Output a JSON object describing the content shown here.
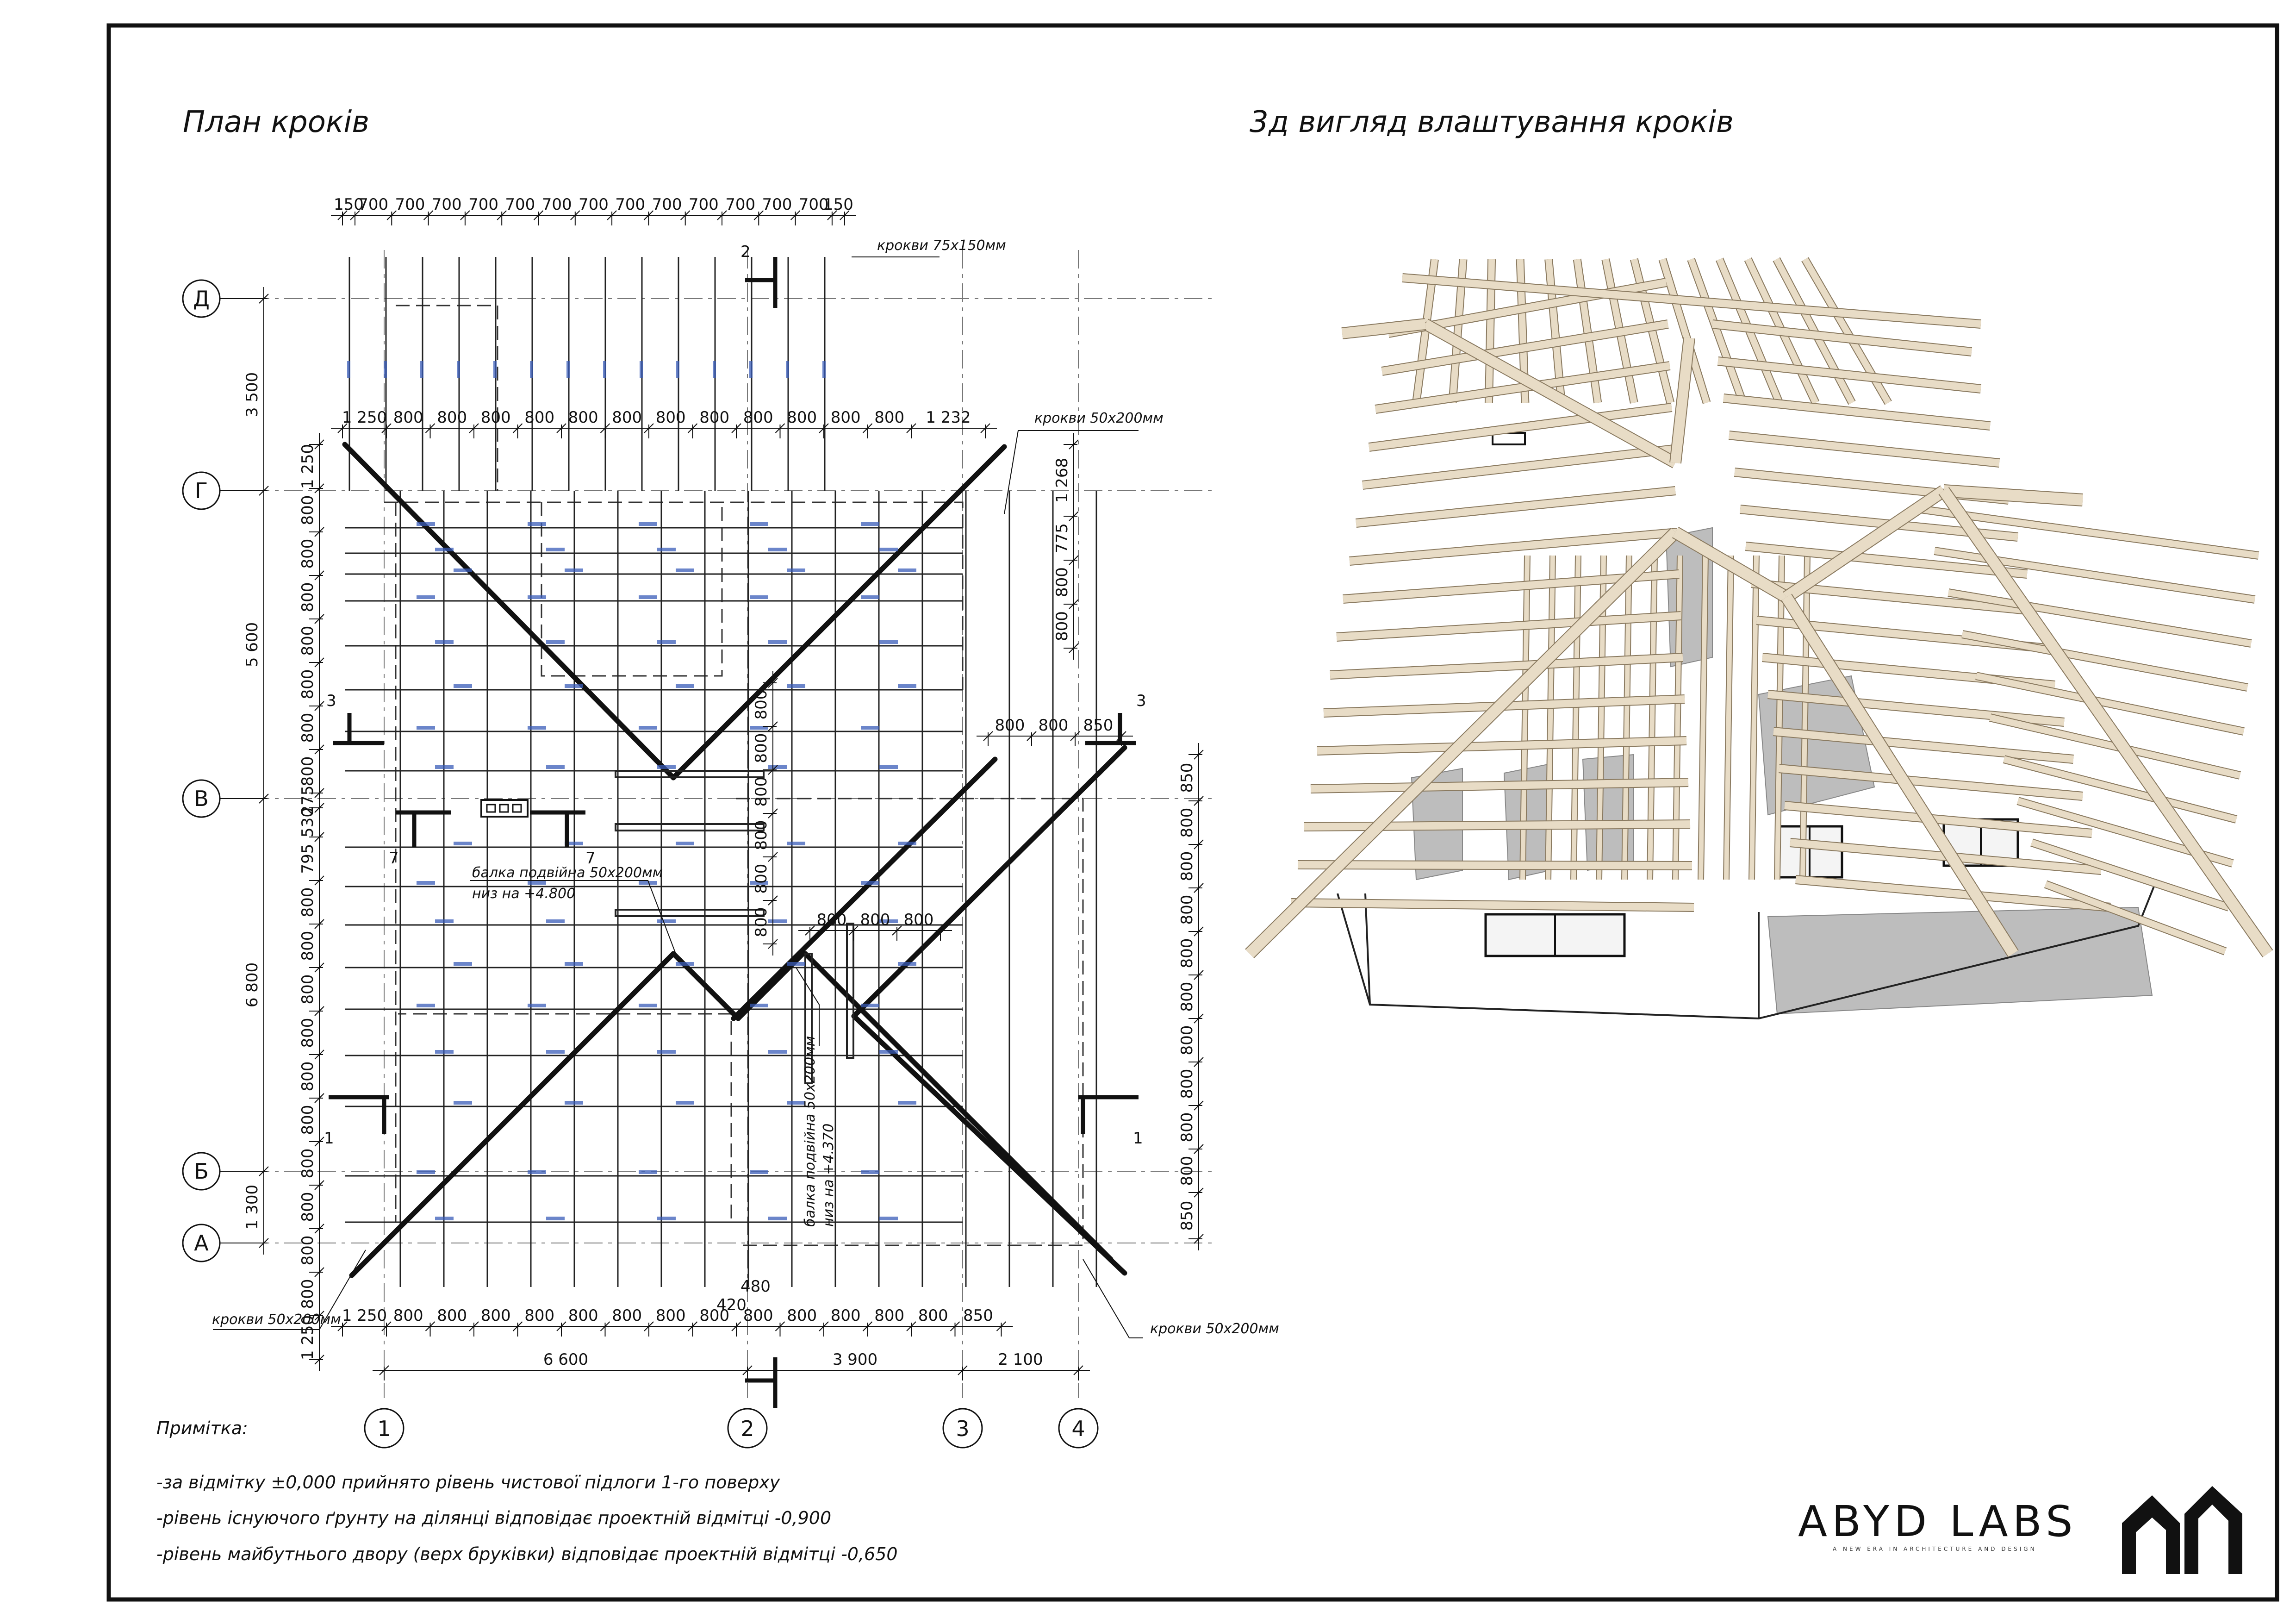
{
  "titles": {
    "plan": "План кроків",
    "view3d": "3д вигляд влаштування кроків"
  },
  "axes_letters": [
    "Д",
    "Г",
    "В",
    "Б",
    "А"
  ],
  "axes_numbers": [
    "1",
    "2",
    "3",
    "4"
  ],
  "top_dims_row1": [
    "150",
    "700",
    "700",
    "700",
    "700",
    "700",
    "700",
    "700",
    "700",
    "700",
    "700",
    "700",
    "700",
    "700",
    "150"
  ],
  "top_dims_row2": [
    "1 250",
    "800",
    "800",
    "800",
    "800",
    "800",
    "800",
    "800",
    "800",
    "800",
    "800",
    "800",
    "800",
    "1 232"
  ],
  "bottom_dims_row1": [
    "1 250",
    "800",
    "800",
    "800",
    "800",
    "800",
    "800",
    "800",
    "800",
    "800",
    "800",
    "800",
    "800",
    "800",
    "850"
  ],
  "bottom_dims_row2": [
    "6 600",
    "3 900",
    "2 100"
  ],
  "left_dims_outer": [
    "3 500",
    "5 600",
    "6 800",
    "1 300"
  ],
  "left_dims_inner": [
    "1 250",
    "800",
    "800",
    "800",
    "800",
    "800",
    "800",
    "800",
    "275",
    "530",
    "795",
    "800",
    "800",
    "800",
    "800",
    "800",
    "800",
    "800",
    "800",
    "800",
    "800",
    "1 250"
  ],
  "right_dims_upper": [
    "1 268",
    "775",
    "800",
    "800"
  ],
  "right_dims_lower": [
    "850",
    "800",
    "800",
    "800",
    "800",
    "800",
    "800",
    "800",
    "800",
    "800",
    "850"
  ],
  "mid_dims_a": [
    "800",
    "800",
    "850"
  ],
  "mid_dims_b": [
    "800",
    "800",
    "800"
  ],
  "mid_vertical_dims": [
    "800",
    "800",
    "800",
    "800",
    "800",
    "800"
  ],
  "extra_dims": {
    "d420": "420",
    "d480": "480"
  },
  "section_marks": {
    "s1": "1",
    "s2": "2",
    "s3": "3",
    "s7": "7"
  },
  "labels": {
    "rafter_top": "крокви 75х150мм",
    "rafter_right_top": "крокви 50х200мм",
    "rafter_bottom_left": "крокви 50х200мм",
    "rafter_bottom_right": "крокви 50х200мм",
    "beam_1_line1": "балка подвійна 50х200мм",
    "beam_1_line2": "низ на +4.800",
    "beam_2_line1": "балка подвійна 50х200мм",
    "beam_2_line2": "низ на +4.370"
  },
  "notes": {
    "heading": "Примітка:",
    "items": [
      "-за відмітку  ±0,000 прийнято рівень чистової підлоги 1-го поверху",
      "-рівень існуючого ґрунту на ділянці відповідає проектній відмітці -0,900",
      "-рівень майбутнього двору (верх бруківки) відповідає проектній відмітці -0,650"
    ]
  },
  "brand": {
    "name": "ABYD LABS",
    "tagline": "A NEW ERA IN ARCHITECTURE AND DESIGN"
  },
  "colors": {
    "timber": "#e8dcc6",
    "timber_edge": "#8a7a60",
    "concrete": "#bdbdbd",
    "ink": "#111111",
    "blue_annot": "#3a5cb8"
  }
}
